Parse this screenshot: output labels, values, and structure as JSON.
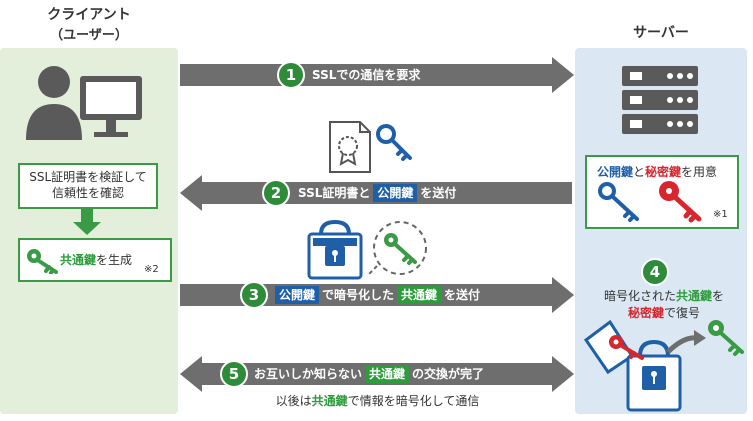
{
  "client": {
    "title_line1": "クライアント",
    "title_line2": "（ユーザー）"
  },
  "server": {
    "title": "サーバー"
  },
  "steps": [
    {
      "num": "1",
      "text": "SSLでの通信を要求"
    },
    {
      "num": "2",
      "text_a": "SSL証明書と",
      "tag": "公開鍵",
      "text_b": "を送付"
    },
    {
      "num": "3",
      "tag1": "公開鍵",
      "text_a": "で暗号化した",
      "tag2": "共通鍵",
      "text_b": "を送付"
    },
    {
      "num": "4",
      "line1_a": "暗号化された",
      "line1_key": "共通鍵",
      "line1_b": "を",
      "line2_key": "秘密鍵",
      "line2_b": "で復号"
    },
    {
      "num": "5",
      "text_a": "お互いしか知らない",
      "tag": "共通鍵",
      "text_b": "の交換が完了"
    }
  ],
  "client_verify": {
    "line1": "SSL証明書を検証して",
    "line2": "信頼性を確認"
  },
  "client_generate": {
    "key": "共通鍵",
    "text": "を生成",
    "note": "※2"
  },
  "server_prepare": {
    "key1": "公開鍵",
    "mid": "と",
    "key2": "秘密鍵",
    "text": "を用意",
    "note": "※1"
  },
  "footer": {
    "text_a": "以後は",
    "key": "共通鍵",
    "text_b": "で情報を暗号化して通信"
  },
  "colors": {
    "green": "#2e9c3c",
    "blue": "#1f5fa8",
    "red": "#d8262f",
    "arrow": "#6e6e6e"
  }
}
